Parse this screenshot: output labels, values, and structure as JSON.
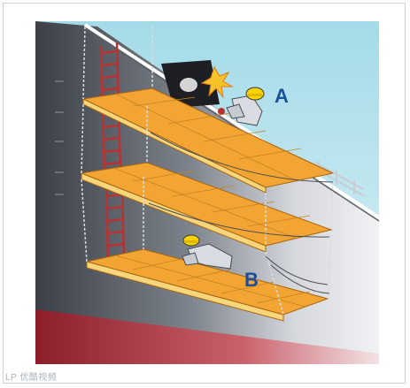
{
  "diagram": {
    "labels": {
      "a": "A",
      "b": "B"
    },
    "colors": {
      "sky": "#a9dde9",
      "hull_dark": "#3b3f47",
      "hull_light": "#f1f2f4",
      "hull_red": "#b0323c",
      "deck_top": "#f2a532",
      "deck_side": "#f7d57a",
      "ladder": "#b83232",
      "label": "#1a4f9c",
      "spark": "#f7c22b"
    },
    "icons": [
      "welding-spark-icon",
      "hard-hat-icon",
      "ladder-icon",
      "chain-icon",
      "railing-icon"
    ]
  },
  "footer": {
    "watermark": "LP 优酷视频"
  }
}
